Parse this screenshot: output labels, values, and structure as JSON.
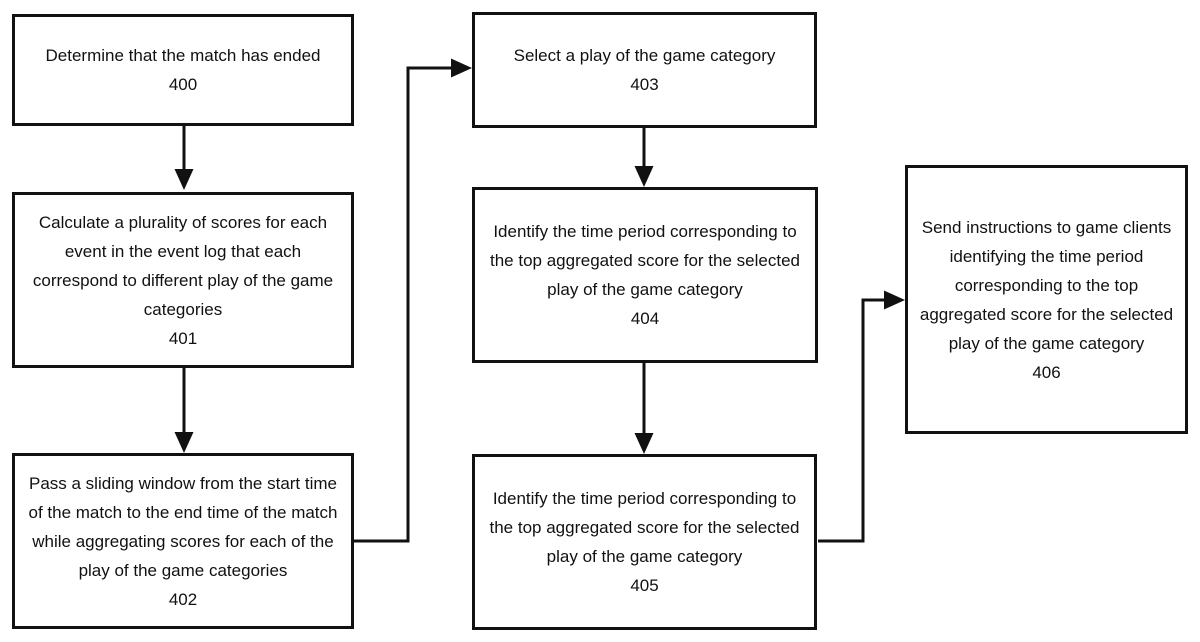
{
  "colors": {
    "ink": "#111111",
    "paper": "#ffffff"
  },
  "diagram": {
    "type": "flowchart",
    "boxes": {
      "400": {
        "lines": [
          "Determine that the match has ended"
        ],
        "number": "400"
      },
      "401": {
        "lines": [
          "Calculate a plurality of scores for each",
          "event in the event log that each",
          "correspond to different play of the game",
          "categories"
        ],
        "number": "401"
      },
      "402": {
        "lines": [
          "Pass a sliding window from the start time",
          "of the match to the end time of the match",
          "while aggregating scores for each of the",
          "play of the game categories"
        ],
        "number": "402"
      },
      "403": {
        "lines": [
          "Select a play of the game category"
        ],
        "number": "403"
      },
      "404": {
        "lines": [
          "Identify the time period corresponding to",
          "the top aggregated score for the selected",
          "play of the game category"
        ],
        "number": "404"
      },
      "405": {
        "lines": [
          "Identify the time period corresponding to",
          "the top aggregated score for the selected",
          "play of the game category"
        ],
        "number": "405"
      },
      "406": {
        "lines": [
          "Send instructions to game clients",
          "identifying the time period",
          "corresponding to the top",
          "aggregated score for the selected",
          "play of the game category"
        ],
        "number": "406"
      }
    },
    "connections": [
      {
        "from": "400",
        "to": "401"
      },
      {
        "from": "401",
        "to": "402"
      },
      {
        "from": "402",
        "to": "403"
      },
      {
        "from": "403",
        "to": "404"
      },
      {
        "from": "404",
        "to": "405"
      },
      {
        "from": "405",
        "to": "406"
      }
    ]
  }
}
